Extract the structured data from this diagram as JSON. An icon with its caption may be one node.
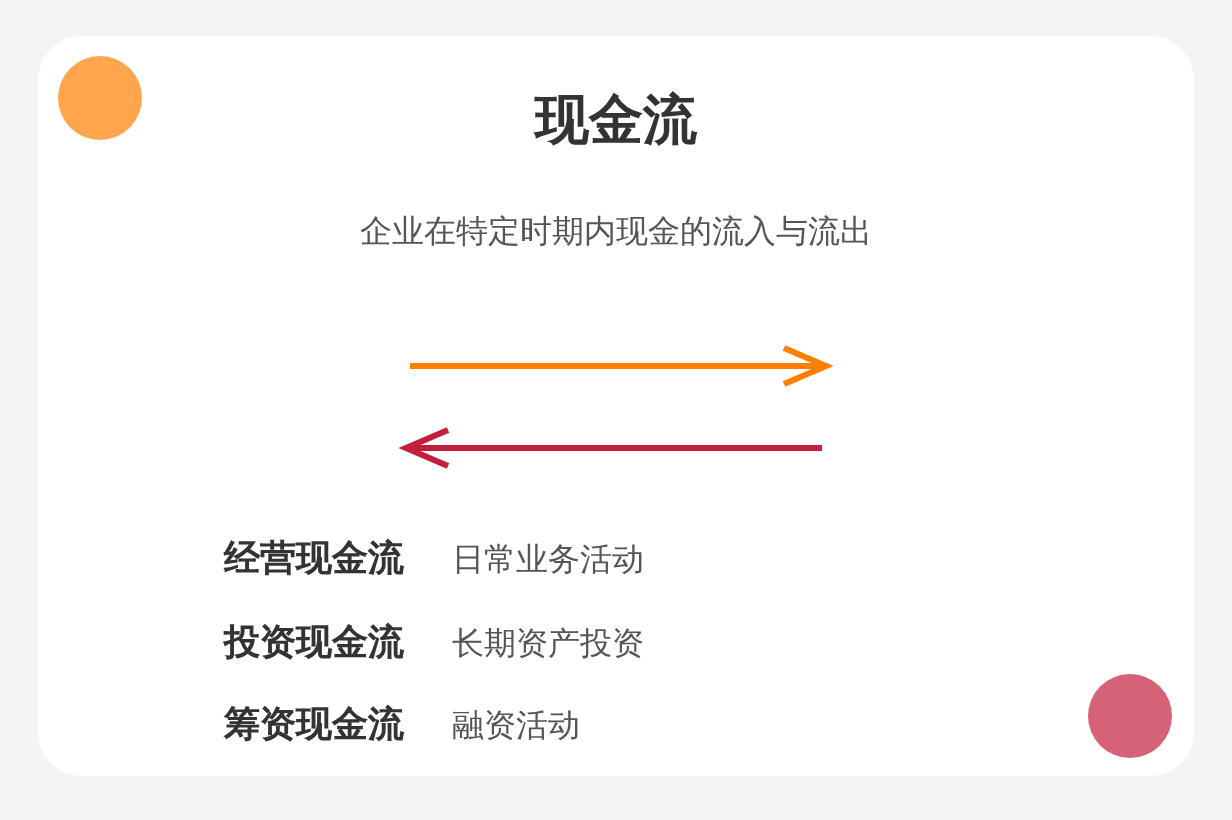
{
  "diagram": {
    "title": "现金流",
    "labels": [
      "企业在特定时期内现金的流入与流出",
      "经营现金流",
      "日常业务活动",
      "投资现金流",
      "长期资产投资",
      "筹资现金流",
      "融资活动"
    ]
  }
}
